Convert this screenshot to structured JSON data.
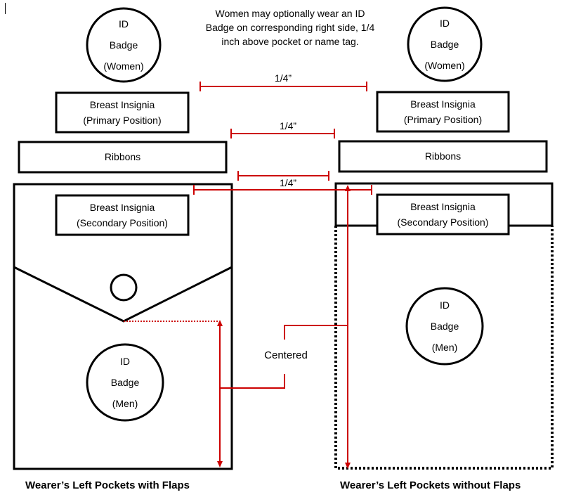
{
  "note": "Women may optionally wear an ID Badge on corresponding right side, 1/4 inch above pocket or name tag.",
  "note_lines": [
    "Women may optionally wear an ID",
    "Badge on corresponding right side, 1/4",
    "inch above pocket or name tag."
  ],
  "badge_women": {
    "line1": "ID",
    "line2": "Badge",
    "line3": "(Women)"
  },
  "badge_men": {
    "line1": "ID",
    "line2": "Badge",
    "line3": "(Men)"
  },
  "insignia_primary": {
    "line1": "Breast Insignia",
    "line2": "(Primary Position)"
  },
  "insignia_secondary": {
    "line1": "Breast Insignia",
    "line2": "(Secondary Position)"
  },
  "ribbons": "Ribbons",
  "quarter_inch": "1/4”",
  "centered": "Centered",
  "titles": {
    "left": "Wearer’s Left Pockets with Flaps",
    "right": "Wearer’s Left Pockets without Flaps"
  },
  "colors": {
    "outline": "#000000",
    "measure": "#cc0000",
    "background": "#ffffff"
  }
}
